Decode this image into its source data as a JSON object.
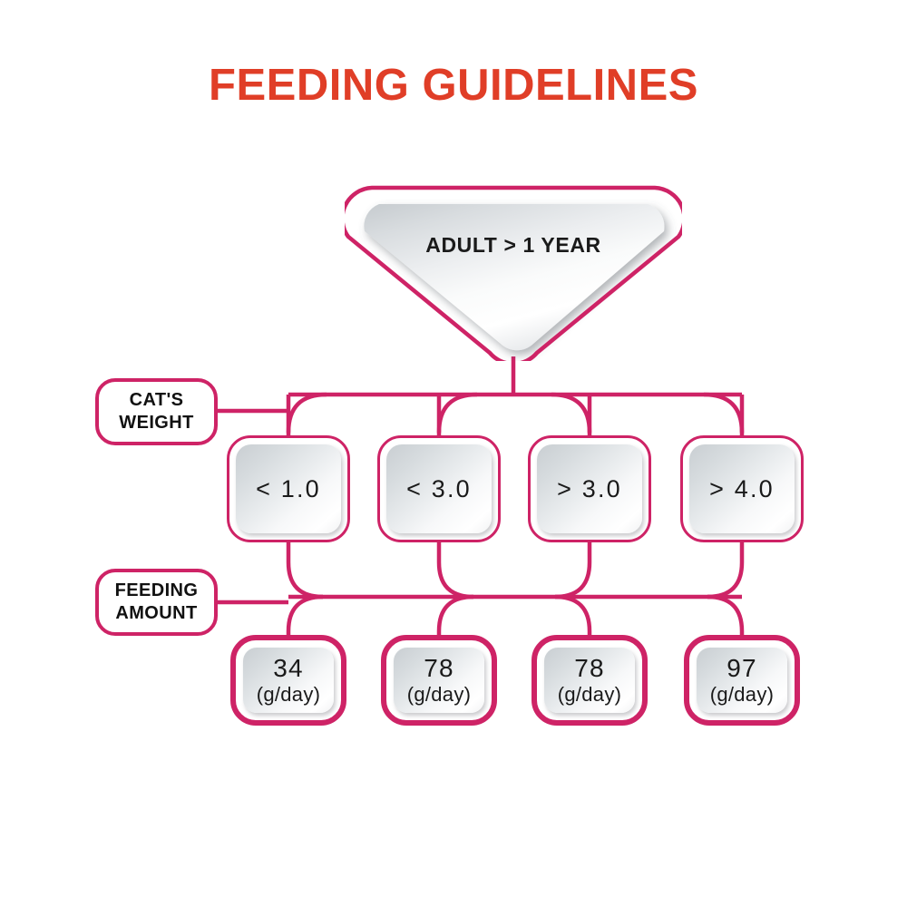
{
  "page": {
    "title": "FEEDING GUIDELINES",
    "background": "#FFFFFF"
  },
  "colors": {
    "title": "#E03E27",
    "accent_pink": "#CE2366",
    "node_text": "#1A1A1A",
    "node_fill_light": "#FFFFFF",
    "node_fill_shadow": "#C9CED2"
  },
  "root_node": {
    "shape": "rounded-triangle",
    "label": "ADULT  >  1 YEAR"
  },
  "row_labels": {
    "weight": {
      "line1": "CAT'S",
      "line2": "WEIGHT"
    },
    "amount": {
      "line1": "FEEDING",
      "line2": "AMOUNT"
    }
  },
  "chart_data": {
    "type": "table",
    "title": "FEEDING GUIDELINES",
    "root": "ADULT  >  1 YEAR",
    "row_headers": [
      "CAT'S WEIGHT",
      "FEEDING AMOUNT"
    ],
    "categories": [
      "< 1.0",
      "< 3.0",
      "> 3.0",
      "> 4.0"
    ],
    "values": [
      34,
      78,
      78,
      97
    ],
    "unit": "(g/day)",
    "xlabel": "CAT'S WEIGHT",
    "ylabel": "FEEDING AMOUNT"
  },
  "weight_nodes": [
    {
      "label": "< 1.0"
    },
    {
      "label": "< 3.0"
    },
    {
      "label": "> 3.0"
    },
    {
      "label": "> 4.0"
    }
  ],
  "amount_nodes": [
    {
      "value": "34",
      "unit": "(g/day)"
    },
    {
      "value": "78",
      "unit": "(g/day)"
    },
    {
      "value": "78",
      "unit": "(g/day)"
    },
    {
      "value": "97",
      "unit": "(g/day)"
    }
  ]
}
